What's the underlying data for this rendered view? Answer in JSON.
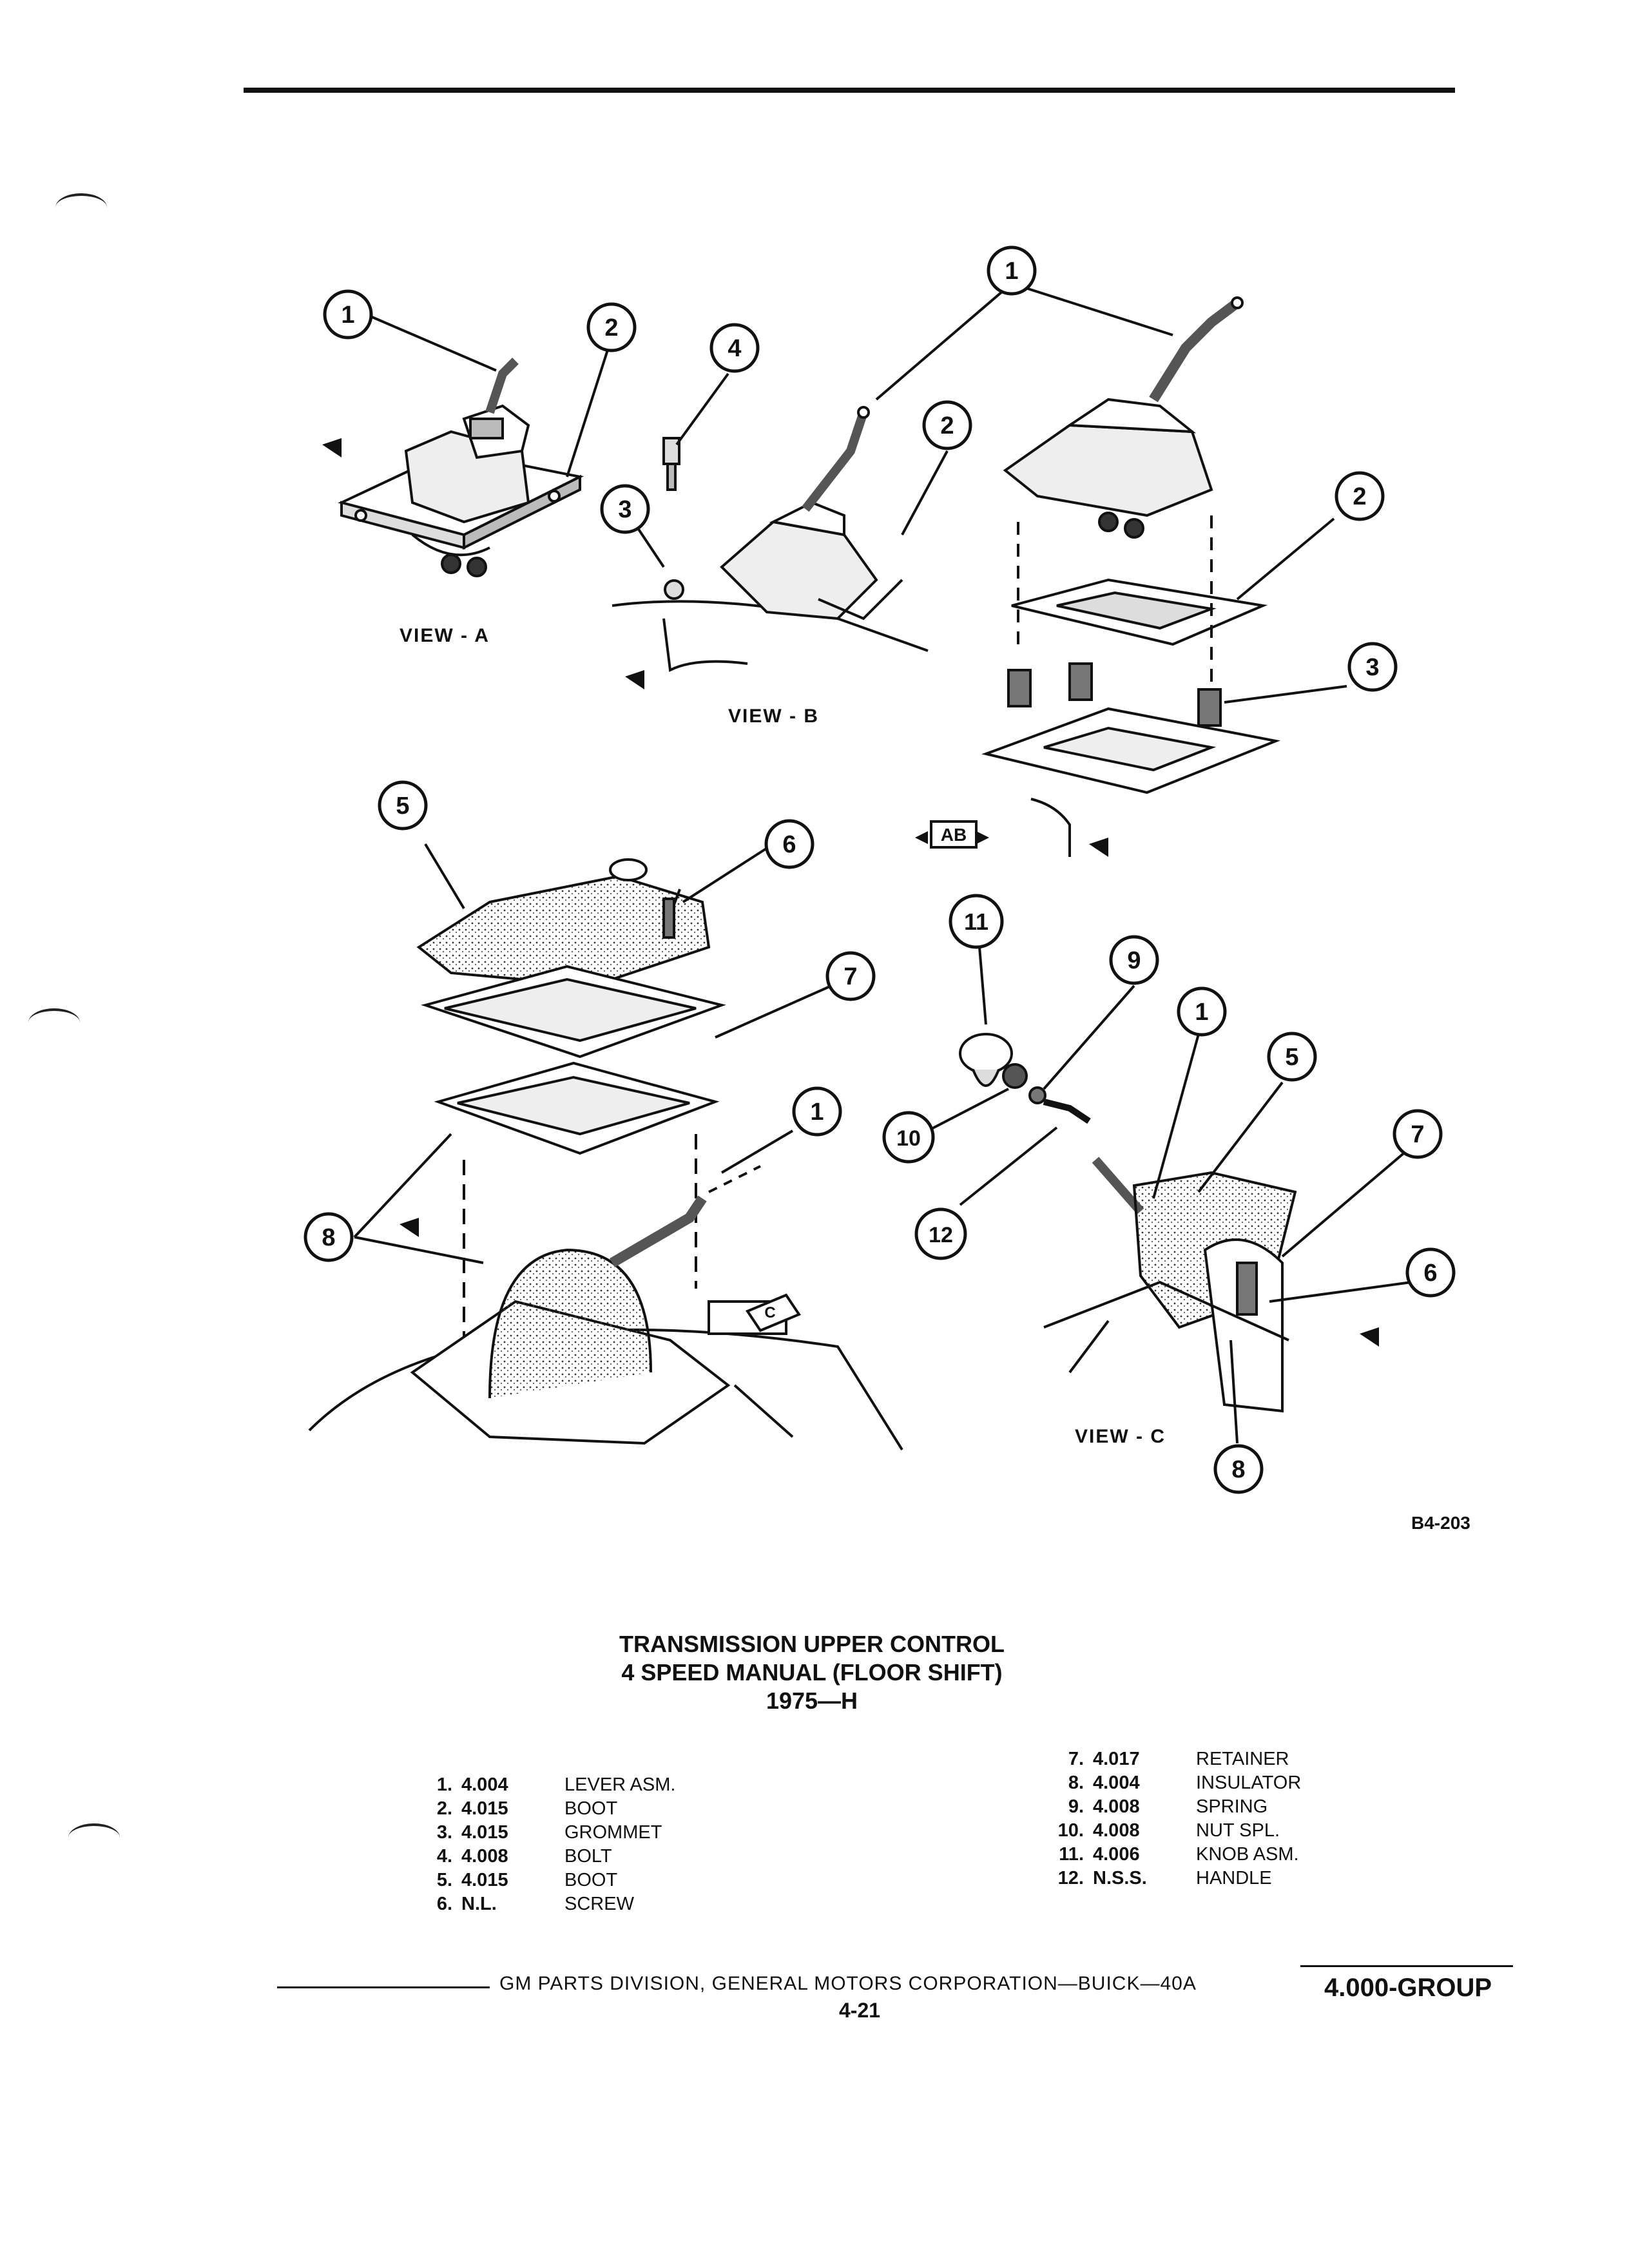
{
  "diagram": {
    "view_labels": {
      "a": "VIEW - A",
      "b": "VIEW - B",
      "c": "VIEW - C"
    },
    "ab_tag": "AB",
    "c_arrow": "C",
    "figure_code": "B4-203",
    "callouts": [
      "1",
      "2",
      "4",
      "3",
      "1",
      "2",
      "1",
      "2",
      "3",
      "5",
      "6",
      "7",
      "1",
      "8",
      "11",
      "9",
      "1",
      "5",
      "10",
      "7",
      "12",
      "6",
      "8"
    ]
  },
  "title": {
    "line1": "TRANSMISSION UPPER CONTROL",
    "line2": "4 SPEED MANUAL (FLOOR SHIFT)",
    "line3": "1975—H"
  },
  "parts_left": [
    {
      "num": "1.",
      "code": "4.004",
      "desc": "LEVER ASM."
    },
    {
      "num": "2.",
      "code": "4.015",
      "desc": "BOOT"
    },
    {
      "num": "3.",
      "code": "4.015",
      "desc": "GROMMET"
    },
    {
      "num": "4.",
      "code": "4.008",
      "desc": "BOLT"
    },
    {
      "num": "5.",
      "code": "4.015",
      "desc": "BOOT"
    },
    {
      "num": "6.",
      "code": "N.L.",
      "desc": "SCREW"
    }
  ],
  "parts_right": [
    {
      "num": "7.",
      "code": "4.017",
      "desc": "RETAINER"
    },
    {
      "num": "8.",
      "code": "4.004",
      "desc": "INSULATOR"
    },
    {
      "num": "9.",
      "code": "4.008",
      "desc": "SPRING"
    },
    {
      "num": "10.",
      "code": "4.008",
      "desc": "NUT SPL."
    },
    {
      "num": "11.",
      "code": "4.006",
      "desc": "KNOB ASM."
    },
    {
      "num": "12.",
      "code": "N.S.S.",
      "desc": "HANDLE"
    }
  ],
  "footer": {
    "text": "GM PARTS DIVISION, GENERAL MOTORS CORPORATION—BUICK—40A",
    "page": "4-21",
    "group": "4.000-GROUP"
  }
}
